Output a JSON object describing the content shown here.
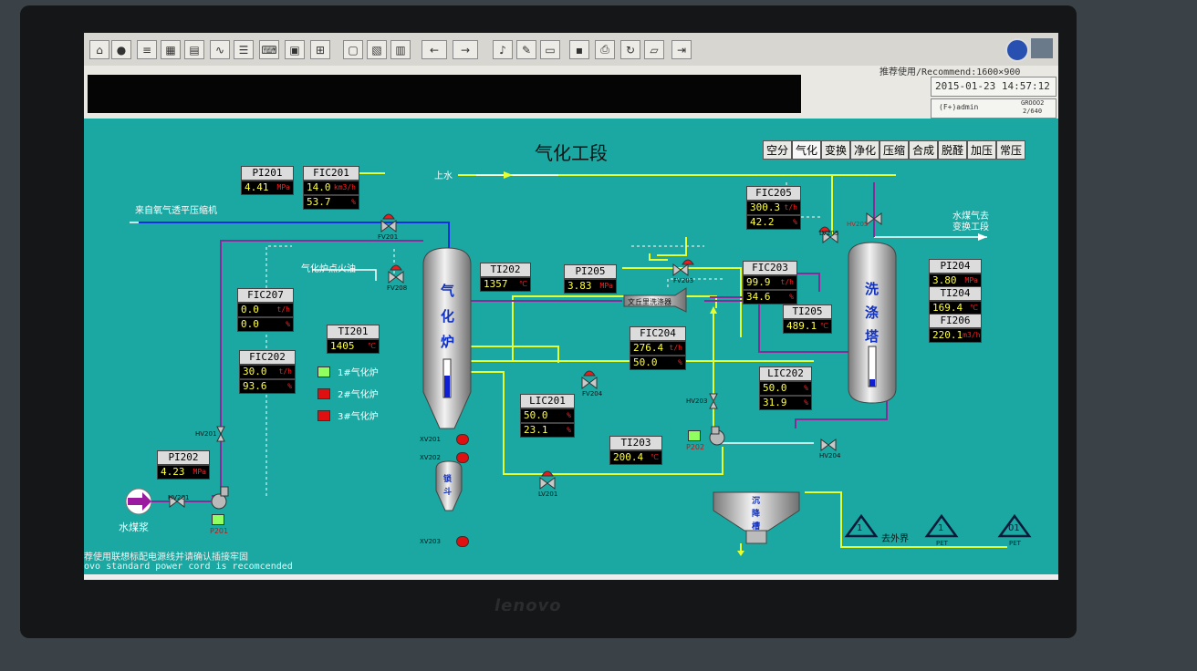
{
  "toolbar": {
    "icons": [
      "home-icon",
      "record-icon",
      "bars-icon",
      "grid-icon",
      "table-icon",
      "trend-icon",
      "list-icon",
      "keyboard-icon",
      "display-icon",
      "network-icon",
      "print-screen-icon",
      "report-icon",
      "book-icon",
      "back-arrow-icon",
      "forward-arrow-icon",
      "mute-icon",
      "edit-icon",
      "log-icon",
      "save-icon",
      "printer-icon",
      "refresh-icon",
      "exit-icon"
    ],
    "back": "←",
    "forward": "→"
  },
  "status": {
    "recommend": "推荐使用/Recommend:1600×900",
    "datetime": "2015-01-23 14:57:12",
    "user": "(F+)admin",
    "station": "GROOO2",
    "page": "2/640"
  },
  "process": {
    "title": "气化工段",
    "nav": [
      "空分",
      "气化",
      "变换",
      "净化",
      "压缩",
      "合成",
      "脱醛",
      "加压",
      "常压"
    ],
    "labels": {
      "oxygen_in": "来自氧气透平压缩机",
      "water_in": "上水",
      "ignition_oil": "气化炉点火油",
      "syngas_out_1": "水煤气去",
      "syngas_out_2": "变换工段",
      "slurry": "水煤浆",
      "to_outside": "去外界",
      "gasifier": [
        "气",
        "化",
        "炉"
      ],
      "lock_hopper": [
        "锁",
        "斗"
      ],
      "scrubber": [
        "洗",
        "涤",
        "塔"
      ],
      "settler": [
        "沉",
        "降",
        "槽"
      ],
      "venturi": "文丘里洗涤器",
      "legend": [
        "1#气化炉",
        "2#气化炉",
        "3#气化炉"
      ],
      "valves": [
        "FV201",
        "FV208",
        "FV203",
        "FV204",
        "LV205",
        "HV201",
        "HV203",
        "HV204",
        "HV205",
        "LV201",
        "XV201",
        "XV202",
        "XV203"
      ],
      "pumps": [
        "P201",
        "P202"
      ],
      "pet": "PET",
      "recycle_1": "1",
      "recycle_2": "01"
    },
    "tags": {
      "pi201": {
        "name": "PI201",
        "v1": "4.41",
        "u1": "MPa"
      },
      "fic201": {
        "name": "FIC201",
        "v1": "14.0",
        "u1": "km3/h",
        "v2": "53.7",
        "u2": "%"
      },
      "fic207": {
        "name": "FIC207",
        "v1": "0.0",
        "u1": "t/h",
        "v2": "0.0",
        "u2": "%"
      },
      "fic202": {
        "name": "FIC202",
        "v1": "30.0",
        "u1": "t/h",
        "v2": "93.6",
        "u2": "%"
      },
      "pi202": {
        "name": "PI202",
        "v1": "4.23",
        "u1": "MPa"
      },
      "ti201": {
        "name": "TI201",
        "v1": "1405",
        "u1": "℃"
      },
      "ti202": {
        "name": "TI202",
        "v1": "1357",
        "u1": "℃"
      },
      "pi205": {
        "name": "PI205",
        "v1": "3.83",
        "u1": "MPa"
      },
      "fic204": {
        "name": "FIC204",
        "v1": "276.4",
        "u1": "t/h",
        "v2": "50.0",
        "u2": "%"
      },
      "lic201": {
        "name": "LIC201",
        "v1": "50.0",
        "u1": "%",
        "v2": "23.1",
        "u2": "%"
      },
      "ti203": {
        "name": "TI203",
        "v1": "200.4",
        "u1": "℃"
      },
      "fic205": {
        "name": "FIC205",
        "v1": "300.3",
        "u1": "t/h",
        "v2": "42.2",
        "u2": "%"
      },
      "fic203": {
        "name": "FIC203",
        "v1": "99.9",
        "u1": "t/h",
        "v2": "34.6",
        "u2": "%"
      },
      "ti205": {
        "name": "TI205",
        "v1": "489.1",
        "u1": "℃"
      },
      "lic202": {
        "name": "LIC202",
        "v1": "50.0",
        "u1": "%",
        "v2": "31.9",
        "u2": "%"
      },
      "pi204": {
        "name": "PI204",
        "v1": "3.80",
        "u1": "MPa"
      },
      "ti204": {
        "name": "TI204",
        "v1": "169.4",
        "u1": "℃"
      },
      "fi206": {
        "name": "FI206",
        "v1": "220.1",
        "u1": "m3/h"
      }
    }
  },
  "footer": {
    "line1": "荐使用联想标配电源线并请确认插接牢固",
    "line2": "ovo standard power cord is recomcended"
  },
  "bezel": {
    "brand": "lenovo"
  },
  "colors": {
    "background": "#1ba8a2",
    "pipe_yellow": "#e6ff30",
    "pipe_purple": "#8a2a9a",
    "pipe_blue": "#1030e0",
    "pipe_white": "#ffffff"
  }
}
